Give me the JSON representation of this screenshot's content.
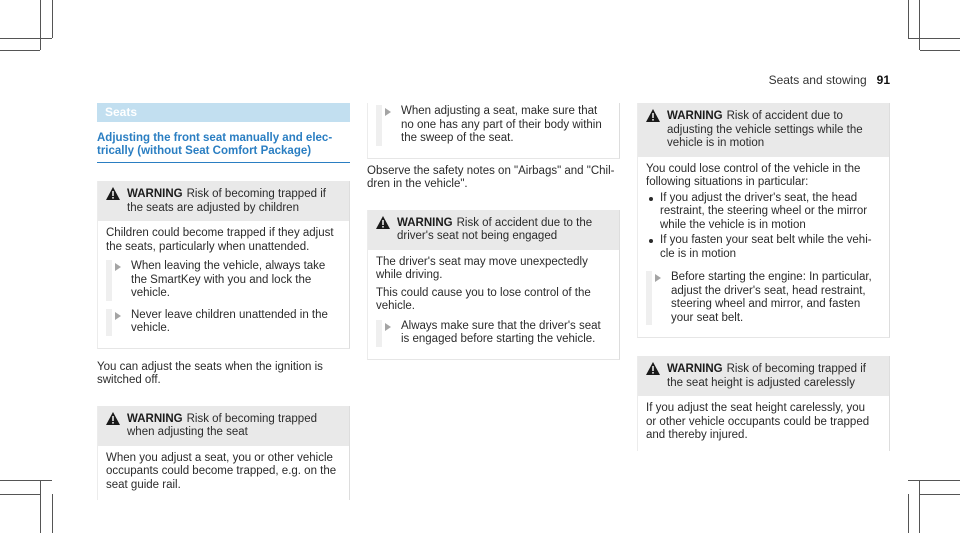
{
  "header": {
    "title": "Seats and stowing",
    "page_number": "91"
  },
  "col1": {
    "section_bar": "Seats",
    "section_title": "Adjusting the front seat manually and elec-\ntrically (without Seat Comfort Package)",
    "warning1": {
      "label": "WARNING",
      "heading": "Risk of becoming trapped if\nthe seats are adjusted by children",
      "body": "Children could become trapped if they adjust\nthe seats, particularly when unattended.",
      "steps": [
        "When leaving the vehicle, always take\nthe SmartKey with you and lock the\nvehicle.",
        "Never leave children unattended in the\nvehicle."
      ]
    },
    "paragraph": "You can adjust the seats when the ignition is\nswitched off.",
    "warning2": {
      "label": "WARNING",
      "heading": "Risk of becoming trapped\nwhen adjusting the seat",
      "body": "When you adjust a seat, you or other vehicle\noccupants could become trapped, e.g. on the\nseat guide rail."
    }
  },
  "col2": {
    "step_top": "When adjusting a seat, make sure that\nno one has any part of their body within\nthe sweep of the seat.",
    "paragraph": "Observe the safety notes on \"Airbags\" and \"Chil-\ndren in the vehicle\".",
    "warning": {
      "label": "WARNING",
      "heading": "Risk of accident due to the\ndriver's seat not being engaged",
      "body1": "The driver's seat may move unexpectedly\nwhile driving.",
      "body2": "This could cause you to lose control of the\nvehicle.",
      "step": "Always make sure that the driver's seat\nis engaged before starting the vehicle."
    }
  },
  "col3": {
    "warning1": {
      "label": "WARNING",
      "heading": "Risk of accident due to\nadjusting the vehicle settings while the\nvehicle is in motion",
      "body": "You could lose control of the vehicle in the\nfollowing situations in particular:",
      "bullets": [
        "If you adjust the driver's seat, the head\nrestraint, the steering wheel or the mirror\nwhile the vehicle is in motion",
        "If you fasten your seat belt while the vehi-\ncle is in motion"
      ],
      "step": "Before starting the engine: In particular,\nadjust the driver's seat, head restraint,\nsteering wheel and mirror, and fasten\nyour seat belt."
    },
    "warning2": {
      "label": "WARNING",
      "heading": "Risk of becoming trapped if\nthe seat height is adjusted carelessly",
      "body": "If you adjust the seat height carelessly, you\nor other vehicle occupants could be trapped\nand thereby injured."
    }
  }
}
